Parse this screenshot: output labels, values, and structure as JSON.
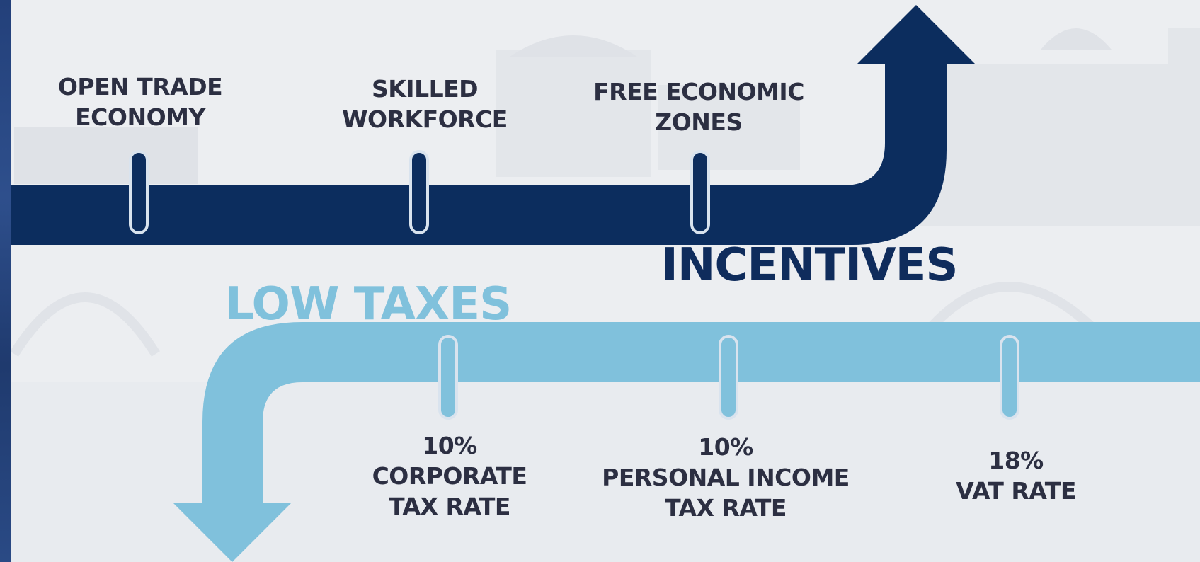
{
  "colors": {
    "dark_arrow": "#0c2d5e",
    "light_arrow": "#80c1dc",
    "label_text": "#2c2f42",
    "marker_outline": "#d9e3ee"
  },
  "headings": {
    "incentives": "INCENTIVES",
    "low_taxes": "LOW TAXES"
  },
  "incentives": [
    {
      "lines": [
        "OPEN TRADE",
        "ECONOMY"
      ]
    },
    {
      "lines": [
        "SKILLED",
        "WORKFORCE"
      ]
    },
    {
      "lines": [
        "FREE ECONOMIC",
        "ZONES"
      ]
    }
  ],
  "low_taxes": [
    {
      "lines": [
        "10%",
        "CORPORATE",
        "TAX RATE"
      ]
    },
    {
      "lines": [
        "10%",
        "PERSONAL INCOME",
        "TAX RATE"
      ]
    },
    {
      "lines": [
        "18%",
        "VAT RATE"
      ]
    }
  ]
}
